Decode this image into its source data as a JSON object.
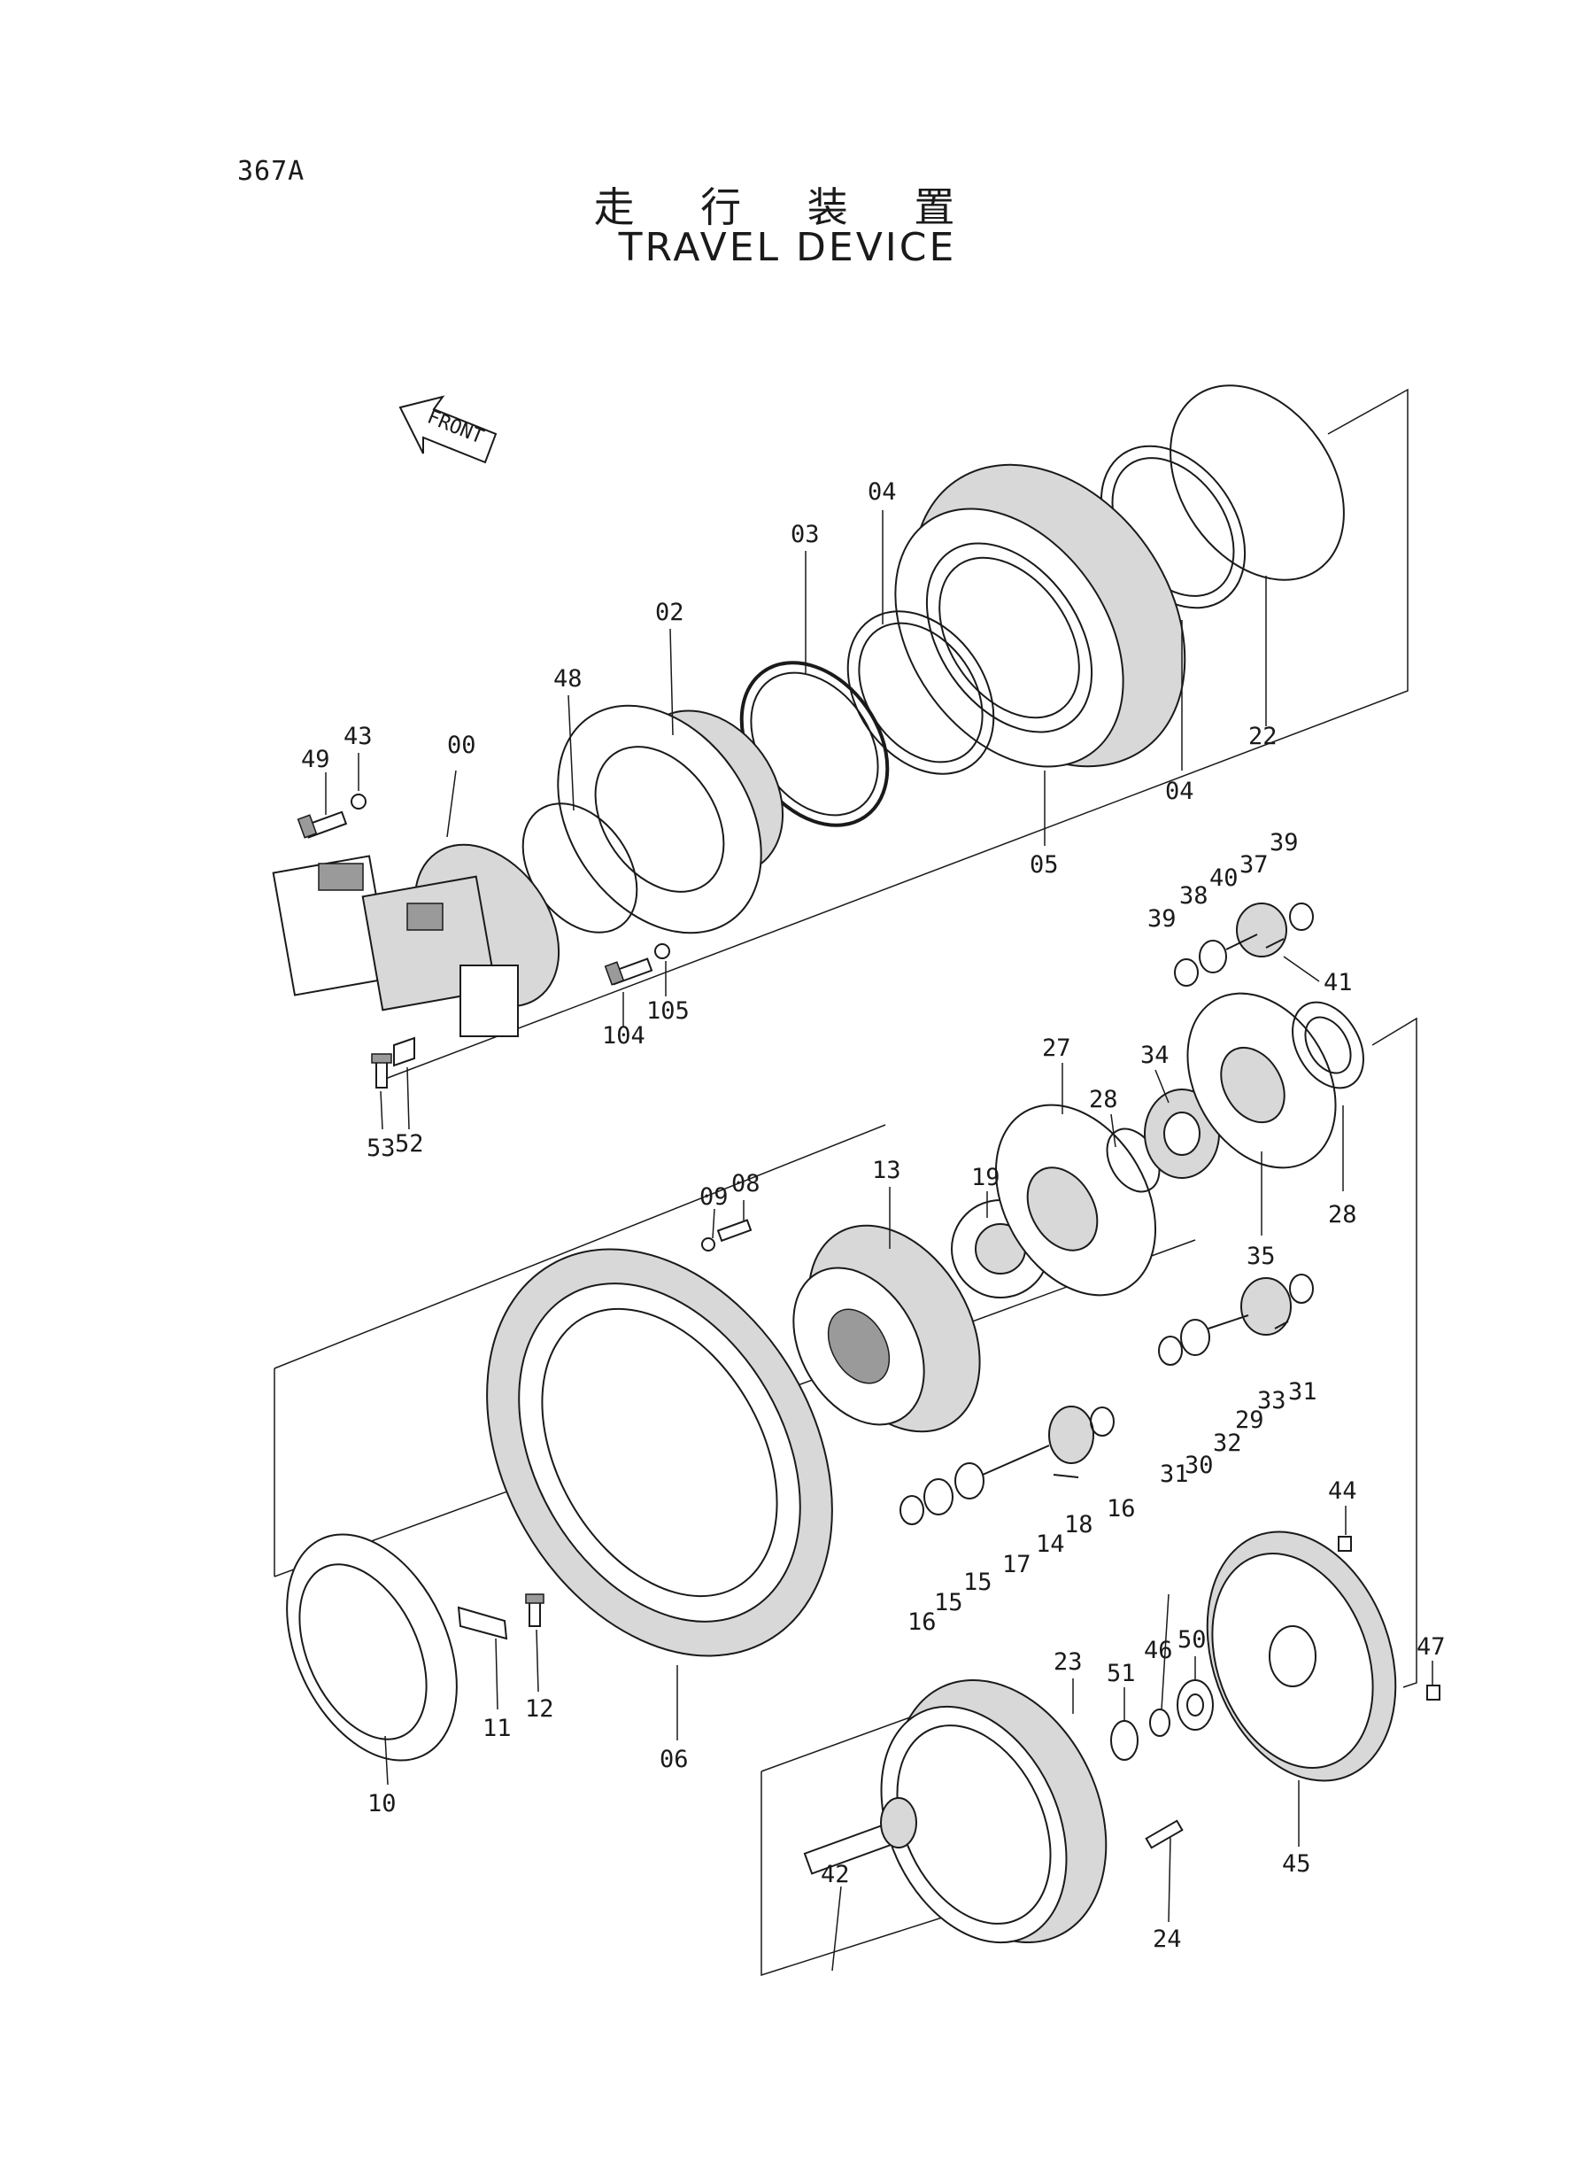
{
  "page_code": "367A",
  "title_jp": "走 行 装 置",
  "title_en": "TRAVEL DEVICE",
  "front_label": "FRONT",
  "callouts": {
    "c00": "00",
    "c02": "02",
    "c03": "03",
    "c04a": "04",
    "c04b": "04",
    "c05": "05",
    "c06": "06",
    "c08": "08",
    "c09": "09",
    "c10": "10",
    "c11": "11",
    "c12": "12",
    "c13": "13",
    "c14": "14",
    "c15a": "15",
    "c15b": "15",
    "c16a": "16",
    "c16b": "16",
    "c17": "17",
    "c18": "18",
    "c19": "19",
    "c22": "22",
    "c23": "23",
    "c24": "24",
    "c27": "27",
    "c28a": "28",
    "c28b": "28",
    "c29": "29",
    "c30": "30",
    "c31a": "31",
    "c31b": "31",
    "c32": "32",
    "c33": "33",
    "c34": "34",
    "c35": "35",
    "c37": "37",
    "c38": "38",
    "c39a": "39",
    "c39b": "39",
    "c40": "40",
    "c41": "41",
    "c42": "42",
    "c43": "43",
    "c44": "44",
    "c45": "45",
    "c46": "46",
    "c47": "47",
    "c48": "48",
    "c49": "49",
    "c50": "50",
    "c51": "51",
    "c52": "52",
    "c53": "53",
    "c104": "104",
    "c105": "105"
  },
  "colors": {
    "line": "#1a1a1a",
    "paper": "#ffffff",
    "shade": "#d8d8d8"
  }
}
